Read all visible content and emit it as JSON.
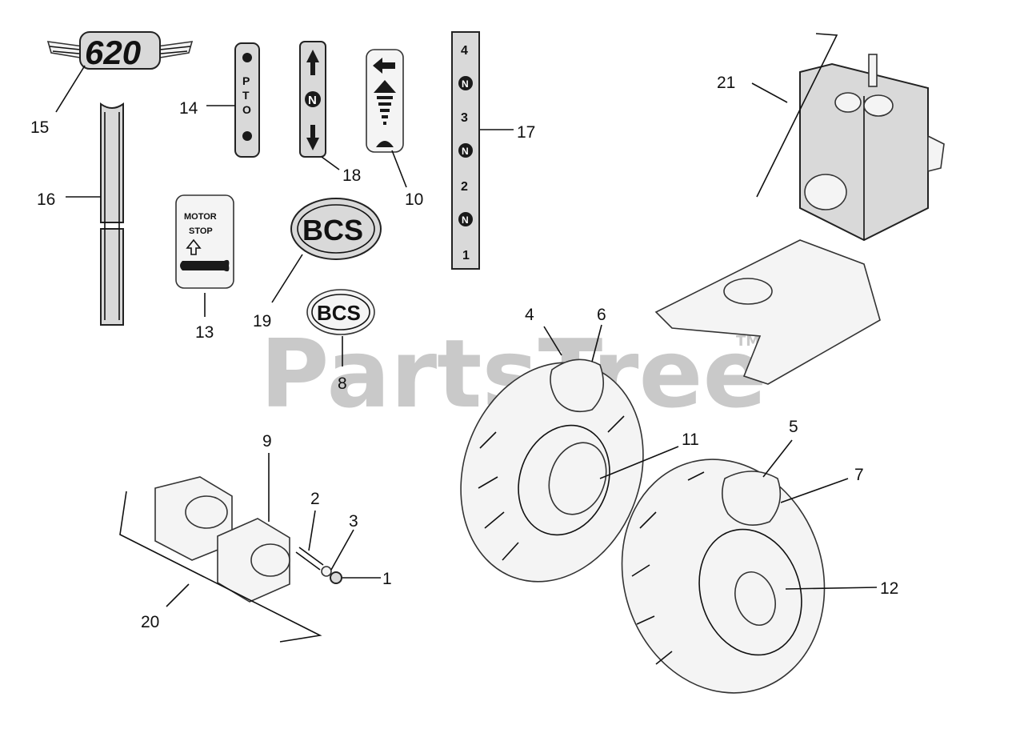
{
  "watermark": {
    "text": "PartsTree",
    "tm": "TM"
  },
  "decals": {
    "logo_620": "620",
    "pto": [
      "P",
      "T",
      "O"
    ],
    "neutral_18": "N",
    "gear_strip": [
      "4",
      "N",
      "3",
      "N",
      "2",
      "N",
      "1"
    ],
    "motor_stop_line1": "MOTOR",
    "motor_stop_line2": "STOP",
    "bcs_large": "BCS",
    "bcs_small": "BCS"
  },
  "callouts": {
    "c1": "1",
    "c2": "2",
    "c3": "3",
    "c4": "4",
    "c5": "5",
    "c6": "6",
    "c7": "7",
    "c8": "8",
    "c9": "9",
    "c10": "10",
    "c11": "11",
    "c12": "12",
    "c13": "13",
    "c14": "14",
    "c15": "15",
    "c16": "16",
    "c17": "17",
    "c18": "18",
    "c19": "19",
    "c20": "20",
    "c21": "21"
  },
  "colors": {
    "line": "#111111",
    "decal_fill": "#d9d9d9",
    "watermark": "#c9c9c9"
  }
}
